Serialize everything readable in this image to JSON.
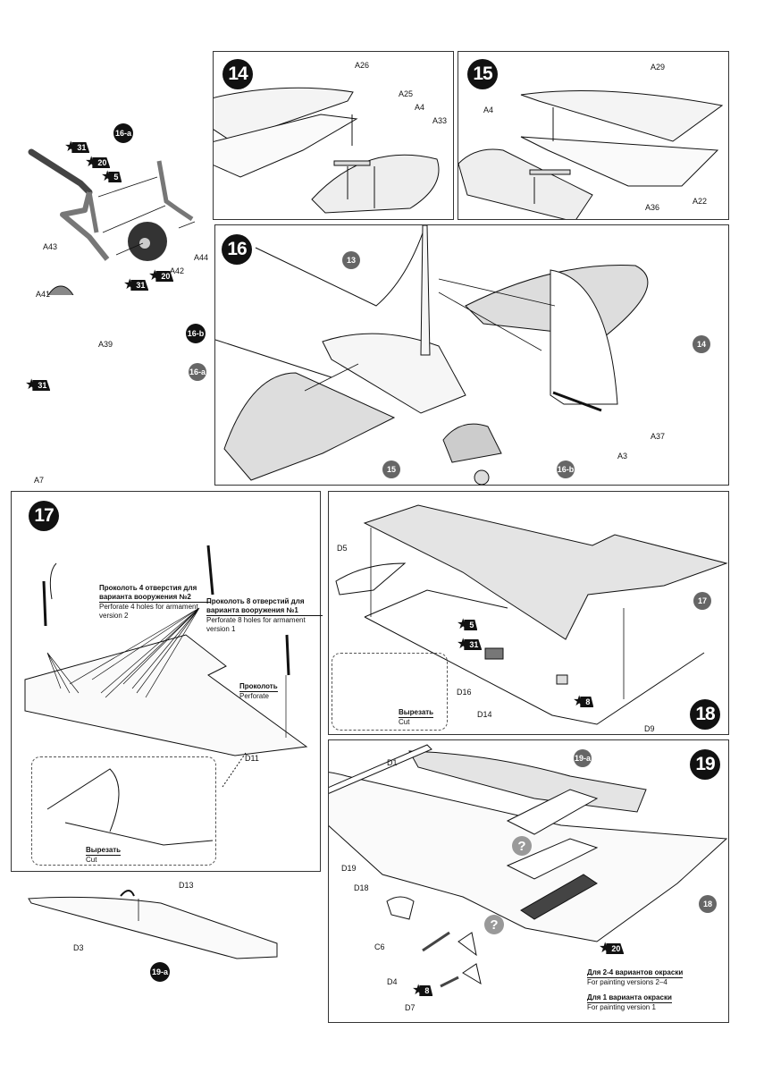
{
  "steps": {
    "s14": {
      "number": "14",
      "parts": [
        "A26",
        "A25",
        "A4",
        "A33"
      ]
    },
    "s15": {
      "number": "15",
      "parts": [
        "A29",
        "A4",
        "A22",
        "A36"
      ]
    },
    "s16": {
      "number": "16",
      "refs": [
        "13",
        "14",
        "15",
        "16-b"
      ],
      "parts": [
        "A3",
        "A37"
      ]
    },
    "s16a": {
      "number": "16-a",
      "parts": [
        "A43",
        "A42",
        "A44"
      ],
      "paints": [
        "31",
        "20",
        "5",
        "31",
        "20"
      ]
    },
    "s16b": {
      "number": "16-b",
      "ref": "16-a",
      "parts": [
        "A41",
        "A39",
        "A7"
      ],
      "paints": [
        "31"
      ]
    },
    "s17": {
      "number": "17",
      "part": "D11",
      "note_v2_ru": "Проколоть 4 отверстия для варианта вооружения №2",
      "note_v2_en": "Perforate 4 holes for armament version 2",
      "note_v1_ru": "Проколоть 8 отверстий для варианта вооружения №1",
      "note_v1_en": "Perforate 8 holes for armament version 1",
      "perforate_ru": "Проколоть",
      "perforate_en": "Perforate",
      "cut_ru": "Вырезать",
      "cut_en": "Cut"
    },
    "s18": {
      "number": "18",
      "ref": "17",
      "parts": [
        "D5",
        "D16",
        "D14",
        "D9"
      ],
      "paints": [
        "5",
        "31",
        "8"
      ],
      "cut_ru": "Вырезать",
      "cut_en": "Cut"
    },
    "s19": {
      "number": "19",
      "refs": [
        "19-a",
        "18"
      ],
      "parts": [
        "D1",
        "D19",
        "D18",
        "C6",
        "D4",
        "D7"
      ],
      "paints": [
        "20",
        "8"
      ],
      "question": "?",
      "note_24_ru": "Для 2-4 вариантов окраски",
      "note_24_en": "For painting versions 2–4",
      "note_1_ru": "Для 1 варианта окраски",
      "note_1_en": "For painting version 1"
    },
    "s19a": {
      "number": "19-a",
      "parts": [
        "D13",
        "D3"
      ]
    }
  },
  "colors": {
    "ink": "#111111",
    "ref_badge": "#666666",
    "shade": "#d8d8d8",
    "dark_shade": "#555555"
  }
}
